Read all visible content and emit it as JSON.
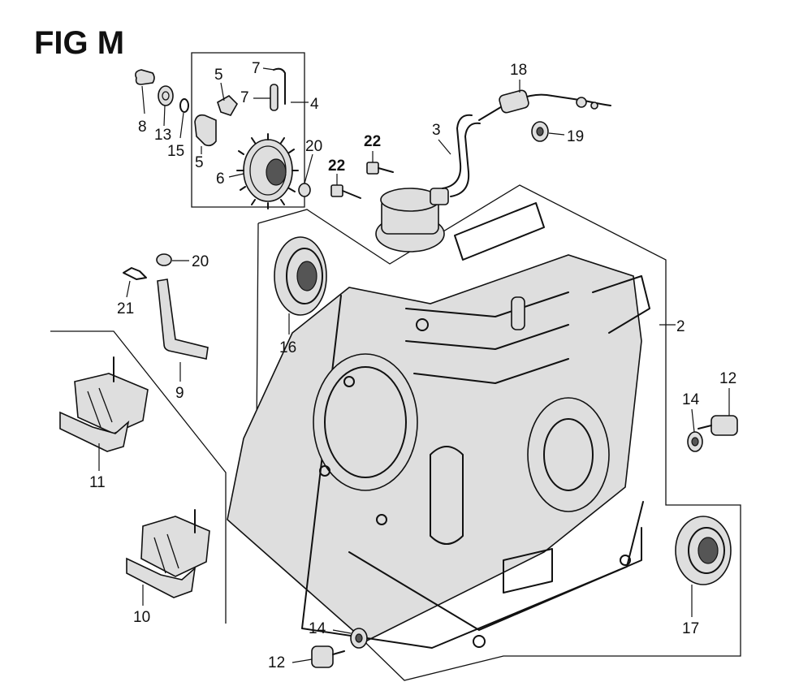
{
  "figure": {
    "title": "FIG M"
  },
  "callouts": {
    "c2": "2",
    "c3": "3",
    "c4": "4",
    "c5a": "5",
    "c5b": "5",
    "c6": "6",
    "c7a": "7",
    "c7b": "7",
    "c8": "8",
    "c9": "9",
    "c10": "10",
    "c11": "11",
    "c12a": "12",
    "c12b": "12",
    "c13": "13",
    "c14a": "14",
    "c14b": "14",
    "c15": "15",
    "c16": "16",
    "c17": "17",
    "c18": "18",
    "c19": "19",
    "c20a": "20",
    "c20b": "20",
    "c21": "21",
    "c22a": "22",
    "c22b": "22"
  }
}
